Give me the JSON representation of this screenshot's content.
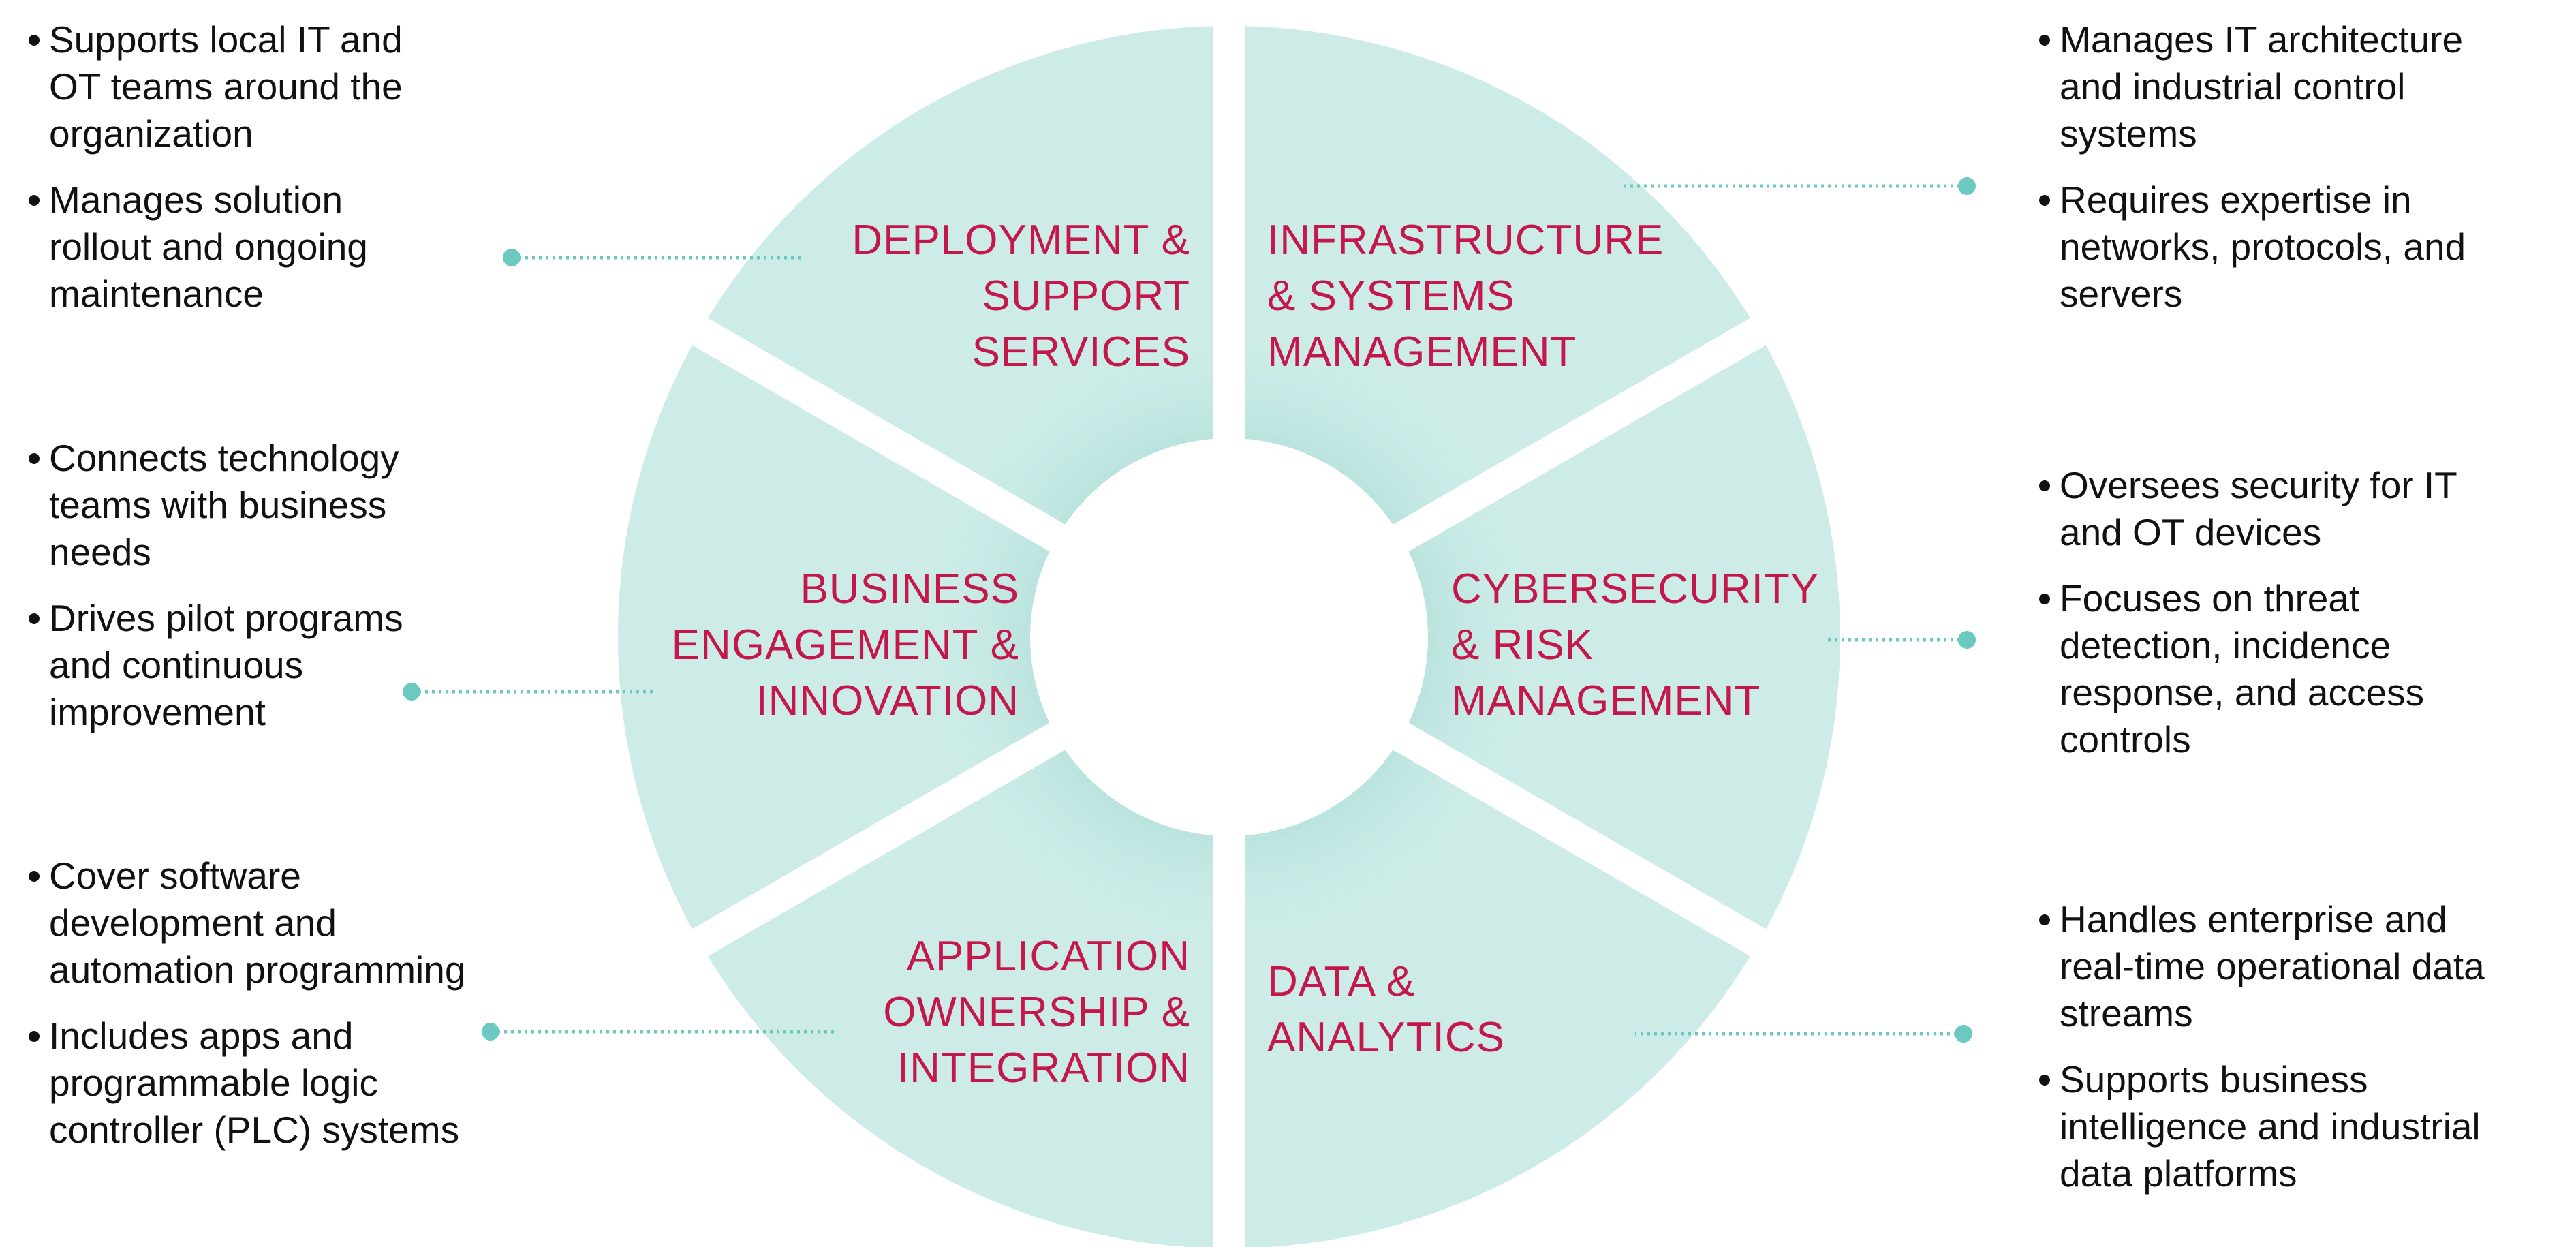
{
  "colors": {
    "segment": "#cdece8",
    "segment_glow": "#b7e2dc",
    "label": "#c4174b",
    "connector": "#6cc9c0",
    "text": "#111111"
  },
  "segments": [
    {
      "id": "deployment",
      "label_lines": [
        "DEPLOYMENT &",
        "SUPPORT",
        "SERVICES"
      ]
    },
    {
      "id": "infrastructure",
      "label_lines": [
        "INFRASTRUCTURE",
        "& SYSTEMS",
        "MANAGEMENT"
      ]
    },
    {
      "id": "business",
      "label_lines": [
        "BUSINESS",
        "ENGAGEMENT &",
        "INNOVATION"
      ]
    },
    {
      "id": "cybersecurity",
      "label_lines": [
        "CYBERSECURITY",
        "& RISK",
        "MANAGEMENT"
      ]
    },
    {
      "id": "application",
      "label_lines": [
        "APPLICATION",
        "OWNERSHIP &",
        "INTEGRATION"
      ]
    },
    {
      "id": "data",
      "label_lines": [
        "DATA &",
        "ANALYTICS"
      ]
    }
  ],
  "descriptions": {
    "deployment": [
      [
        "Supports local IT and",
        "OT teams around the",
        "organization"
      ],
      [
        "Manages solution",
        "rollout and ongoing",
        "maintenance"
      ]
    ],
    "business": [
      [
        "Connects technology",
        "teams with business",
        "needs"
      ],
      [
        "Drives pilot programs",
        "and continuous",
        "improvement"
      ]
    ],
    "application": [
      [
        "Cover software",
        "development and",
        "automation programming"
      ],
      [
        "Includes apps and",
        "programmable logic",
        "controller (PLC) systems"
      ]
    ],
    "infrastructure": [
      [
        "Manages IT architecture",
        "and industrial control",
        "systems"
      ],
      [
        "Requires expertise in",
        "networks, protocols, and",
        "servers"
      ]
    ],
    "cybersecurity": [
      [
        "Oversees security for IT",
        "and OT devices"
      ],
      [
        "Focuses on threat",
        "detection, incidence",
        "response, and access",
        "controls"
      ]
    ],
    "data": [
      [
        "Handles  enterprise and",
        "real-time operational data",
        "streams"
      ],
      [
        "Supports business",
        "intelligence and industrial",
        "data platforms"
      ]
    ]
  }
}
